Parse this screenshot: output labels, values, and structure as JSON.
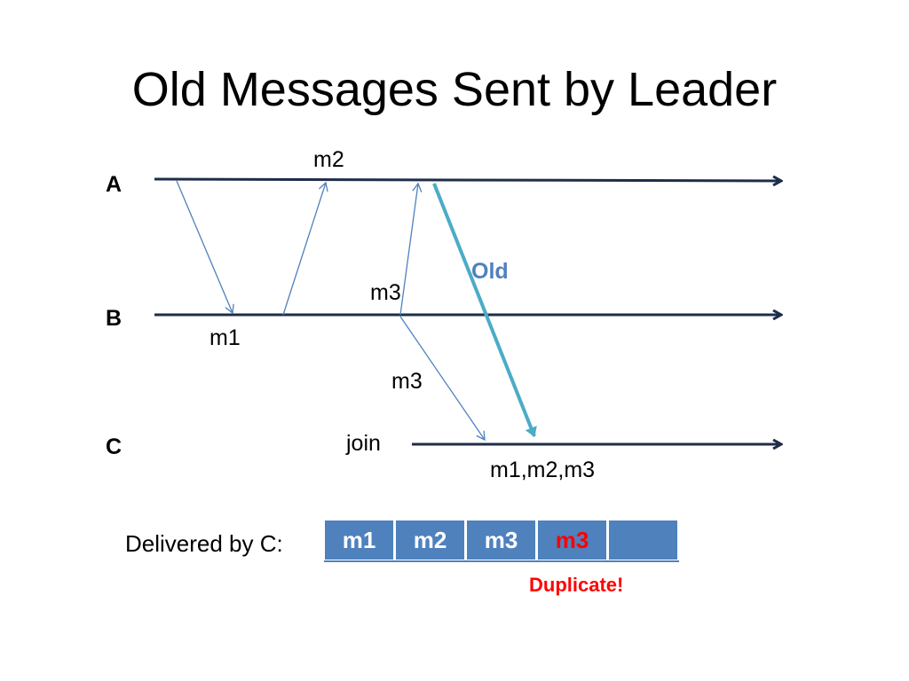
{
  "slide": {
    "title": "Old Messages Sent by Leader"
  },
  "processes": [
    {
      "id": "A",
      "label": "A"
    },
    {
      "id": "B",
      "label": "B"
    },
    {
      "id": "C",
      "label": "C"
    }
  ],
  "message_labels": {
    "a_to_b": "m1",
    "b_to_a": "m2",
    "b_to_a_m3": "m3",
    "b_to_c_m3": "m3",
    "old": "Old",
    "join": "join",
    "c_state": "m1,m2,m3"
  },
  "delivered": {
    "label": "Delivered by C:",
    "cells": [
      "m1",
      "m2",
      "m3",
      "m3",
      ""
    ],
    "duplicate_index": 3,
    "duplicate_note": "Duplicate!"
  },
  "colors": {
    "timeline": "#1f2d4a",
    "message_arrow": "#4f81bd",
    "old_arrow": "#4bacc6",
    "old_text": "#4f81bd",
    "queue_fill": "#4f81bd",
    "duplicate": "#ff0000"
  }
}
